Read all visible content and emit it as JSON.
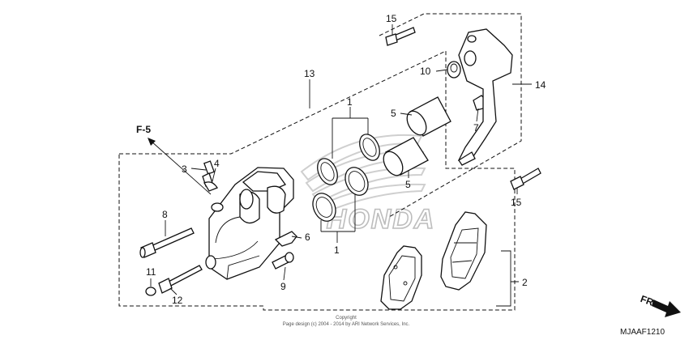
{
  "diagram": {
    "callouts": {
      "c1a": "1",
      "c1b": "1",
      "c2": "2",
      "c3": "3",
      "c4": "4",
      "c5a": "5",
      "c5b": "5",
      "c6": "6",
      "c7": "7",
      "c8": "8",
      "c9": "9",
      "c10": "10",
      "c11": "11",
      "c12": "12",
      "c13": "13",
      "c14": "14",
      "c15a": "15",
      "c15b": "15"
    },
    "ref_label": "F-5",
    "direction_label": "FR.",
    "watermark_text": "HONDA",
    "copyright_line1": "Copyright",
    "copyright_line2": "Page design (c) 2004 - 2014 by ARI Network Services, Inc.",
    "diagram_code": "MJAAF1210",
    "colors": {
      "line": "#111111",
      "watermark": "#cfcfcf",
      "background": "#ffffff"
    }
  }
}
